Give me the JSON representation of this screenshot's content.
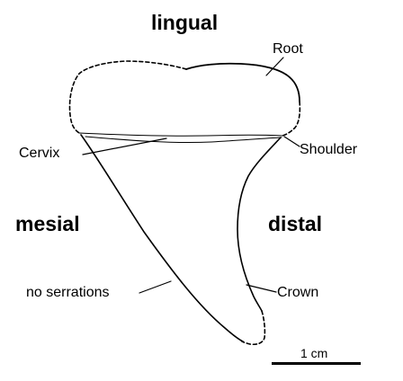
{
  "orientation": {
    "top": "lingual",
    "left": "mesial",
    "right": "distal"
  },
  "parts": {
    "root": "Root",
    "cervix": "Cervix",
    "shoulder": "Shoulder",
    "crown": "Crown",
    "serrations_note": "no serrations"
  },
  "scale": {
    "label": "1 cm"
  },
  "colors": {
    "ink": "#000000",
    "background": "#ffffff"
  }
}
